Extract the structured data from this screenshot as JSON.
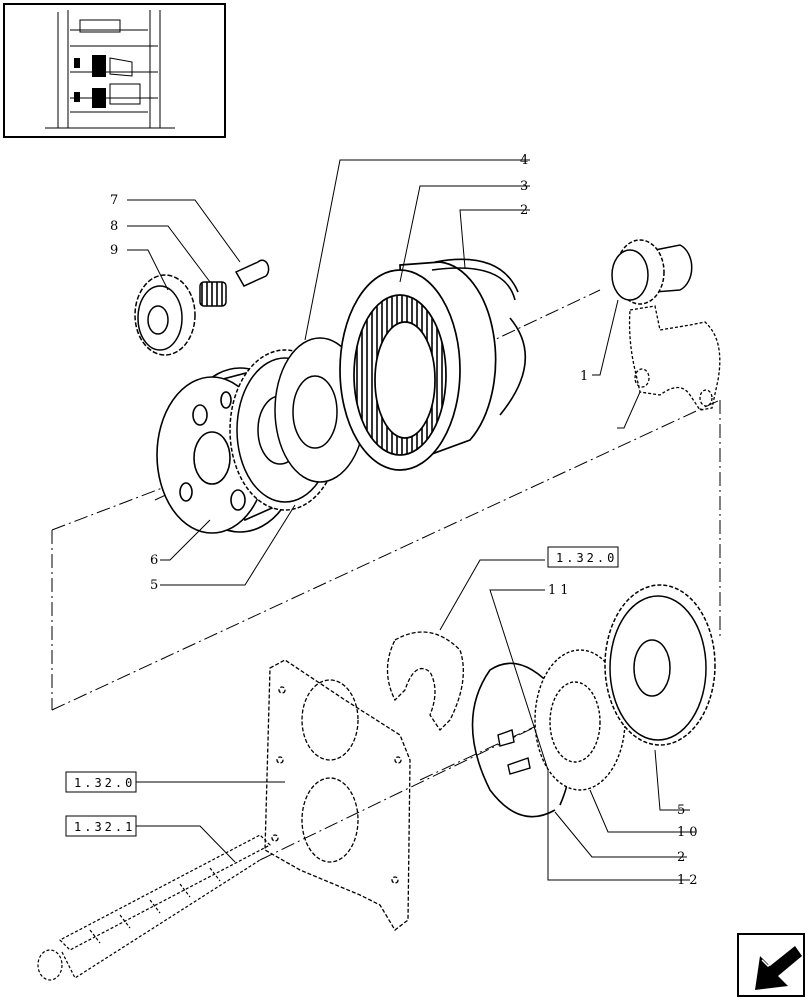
{
  "diagram": {
    "callouts": [
      {
        "id": "c1",
        "text": "1"
      },
      {
        "id": "c2a",
        "text": "2"
      },
      {
        "id": "c2b",
        "text": "2"
      },
      {
        "id": "c3",
        "text": "3"
      },
      {
        "id": "c4",
        "text": "4"
      },
      {
        "id": "c5a",
        "text": "5"
      },
      {
        "id": "c5b",
        "text": "5"
      },
      {
        "id": "c6",
        "text": "6"
      },
      {
        "id": "c7",
        "text": "7"
      },
      {
        "id": "c8",
        "text": "8"
      },
      {
        "id": "c9",
        "text": "9"
      },
      {
        "id": "c10",
        "text": "10"
      },
      {
        "id": "c11",
        "text": "11"
      },
      {
        "id": "c12",
        "text": "12"
      }
    ],
    "references": [
      {
        "id": "r1",
        "text": "1.32.0"
      },
      {
        "id": "r2",
        "text": "1.32.0"
      },
      {
        "id": "r3",
        "text": "1.32.1"
      }
    ]
  },
  "nav": {
    "icon": "arrow-back-icon"
  }
}
